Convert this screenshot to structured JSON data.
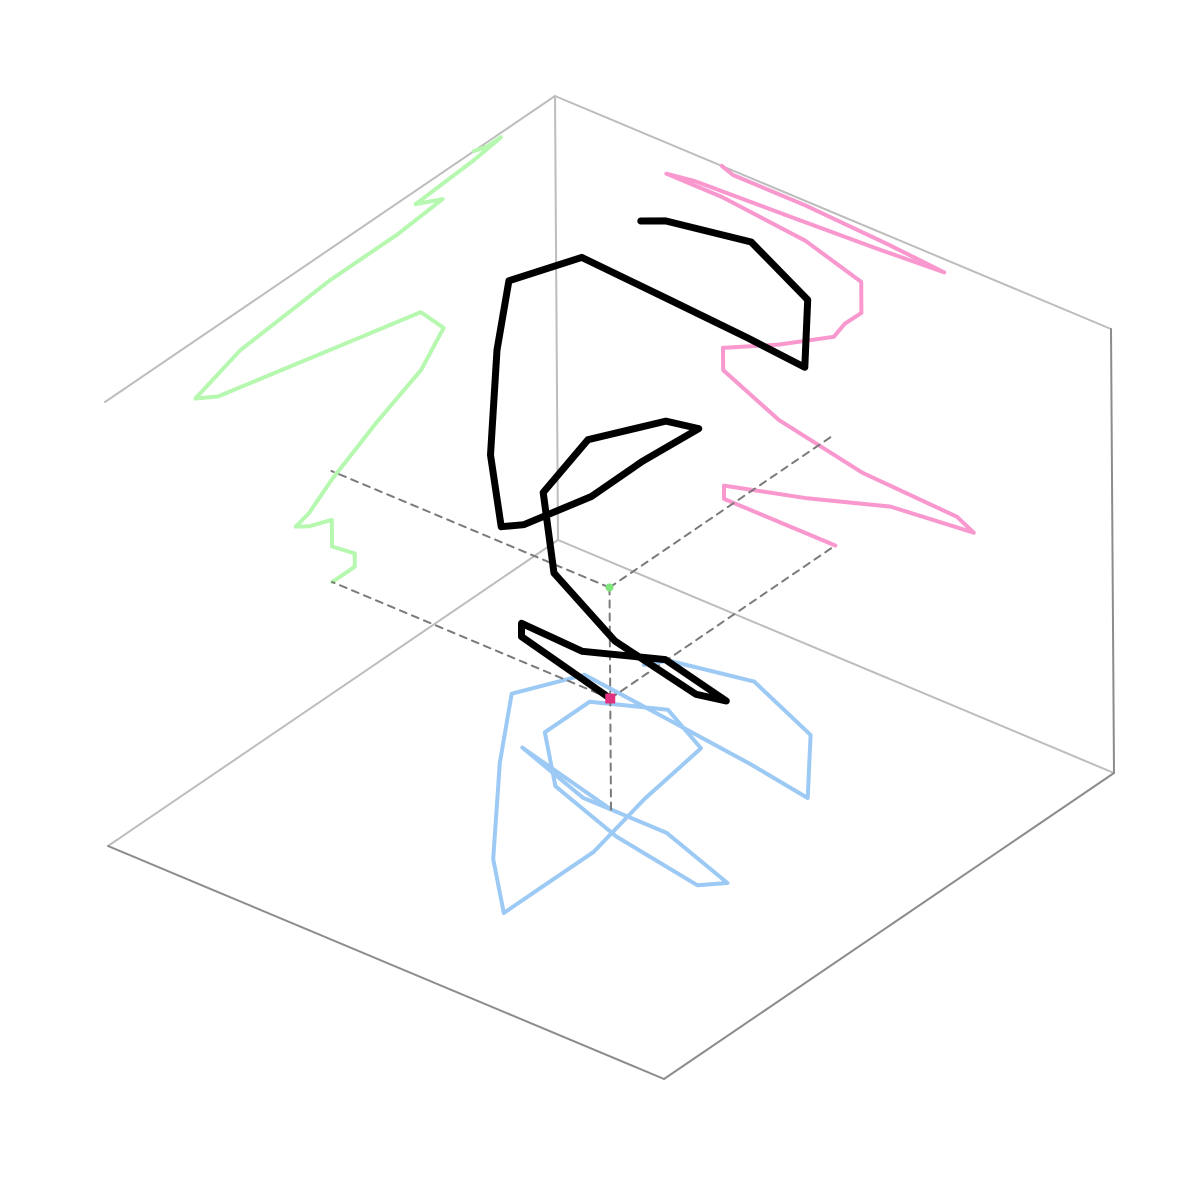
{
  "chart_data": {
    "type": "line",
    "projection": "3d",
    "title": "",
    "xlabel": "",
    "ylabel": "",
    "zlabel": "",
    "grid": false,
    "legend": "none",
    "xlim": [
      0,
      1
    ],
    "ylim": [
      0,
      1
    ],
    "zlim": [
      0,
      1
    ],
    "main_curve": {
      "color": "#000000",
      "points": [
        [
          0.5,
          0.5,
          0.25
        ],
        [
          0.3,
          0.45,
          0.25
        ],
        [
          0.3,
          0.45,
          0.28
        ],
        [
          0.45,
          0.5,
          0.33
        ],
        [
          0.6,
          0.5,
          0.39
        ],
        [
          0.75,
          0.55,
          0.41
        ],
        [
          0.72,
          0.58,
          0.43
        ],
        [
          0.55,
          0.55,
          0.44
        ],
        [
          0.4,
          0.5,
          0.48
        ],
        [
          0.3,
          0.4,
          0.54
        ],
        [
          0.3,
          0.3,
          0.59
        ],
        [
          0.4,
          0.25,
          0.65
        ],
        [
          0.5,
          0.3,
          0.72
        ],
        [
          0.52,
          0.45,
          0.76
        ],
        [
          0.55,
          0.6,
          0.8
        ],
        [
          0.55,
          0.75,
          0.84
        ],
        [
          0.55,
          0.8,
          0.87
        ],
        [
          0.45,
          0.7,
          0.91
        ],
        [
          0.3,
          0.5,
          0.93
        ],
        [
          0.2,
          0.35,
          0.93
        ],
        [
          0.25,
          0.25,
          0.94
        ],
        [
          0.42,
          0.27,
          0.95
        ],
        [
          0.58,
          0.29,
          0.96
        ],
        [
          0.7,
          0.31,
          0.97
        ],
        [
          0.6,
          0.18,
          0.98
        ],
        [
          0.45,
          0.12,
          0.99
        ],
        [
          0.32,
          0.15,
          0.99
        ],
        [
          0.3,
          0.18,
          1.0
        ]
      ]
    },
    "projection_colors": {
      "xy_floor": "#9ccaf5",
      "xz_wall": "#f898ce",
      "yz_wall": "#b6f8b0"
    },
    "guide_line_color": "#7a7a7a",
    "marker_colors": {
      "center": "#7ee57a",
      "start": "#e0307f"
    }
  }
}
